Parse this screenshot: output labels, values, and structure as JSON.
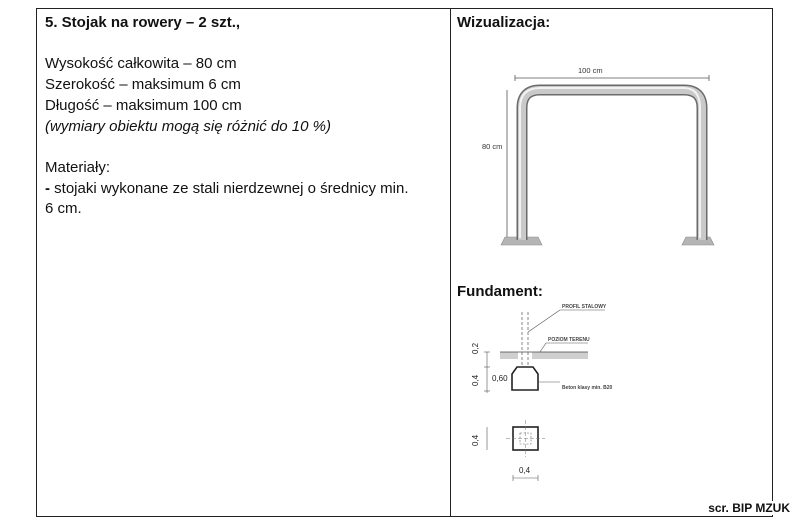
{
  "left": {
    "heading": "5. Stojak na rowery – 2 szt.,",
    "specs": [
      "Wysokość całkowita – 80 cm",
      "Szerokość – maksimum 6 cm",
      "Długość – maksimum 100 cm"
    ],
    "tolerance_note": "(wymiary obiektu mogą się różnić do 10 %)",
    "materials_label": "Materiały:",
    "materials_prefix": "-",
    "materials_line1": "stojaki wykonane ze stali nierdzewnej o średnicy min.",
    "materials_line2": "6 cm."
  },
  "right": {
    "visualization_heading": "Wizualizacja:",
    "rack": {
      "width_label": "100 cm",
      "height_label": "80 cm"
    },
    "foundation_heading": "Fundament:",
    "foundation": {
      "profile_label": "PROFIL STALOWY",
      "ground_label": "POZIOM TERENU",
      "concrete_label": "Beton klasy min. B20",
      "depth_a": "0,2",
      "depth_b": "0,4",
      "top_offset": "0,60",
      "plan_side": "0,4",
      "plan_width": "0,4"
    }
  },
  "credit": "scr. BIP MZUK"
}
